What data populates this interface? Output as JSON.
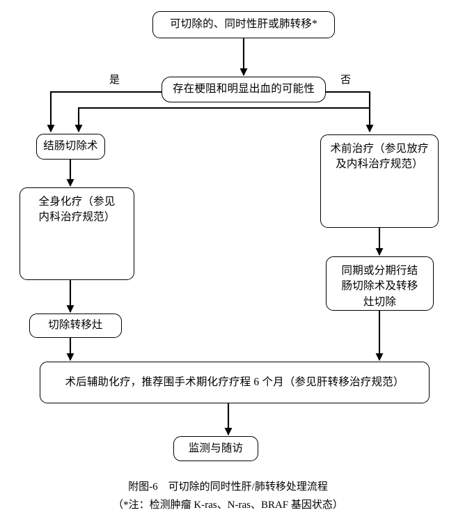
{
  "figure": {
    "title": "附图-6　可切除的同时性肝/肺转移处理流程",
    "note": "（*注：检测肿瘤 K-ras、N-ras、BRAF 基因状态）"
  },
  "nodes": {
    "start": "可切除的、同时性肝或肺转移*",
    "decision": "存在梗阻和明显出血的可能性",
    "colectomy": "结肠切除术",
    "systemic_chemo": "全身化疗（参见\n内科治疗规范）",
    "preop_therapy": "术前治疗（参见放疗\n及内科治疗规范）",
    "resect_mets": "切除转移灶",
    "staged_resection": "同期或分期行结\n肠切除术及转移\n灶切除",
    "adjuvant": "术后辅助化疗，推荐围手术期化疗疗程 6 个月（参见肝转移治疗规范）",
    "followup": "监测与随访"
  },
  "edges": {
    "yes_label": "是",
    "no_label": "否"
  },
  "style": {
    "stroke": "#000000",
    "background": "#ffffff"
  }
}
